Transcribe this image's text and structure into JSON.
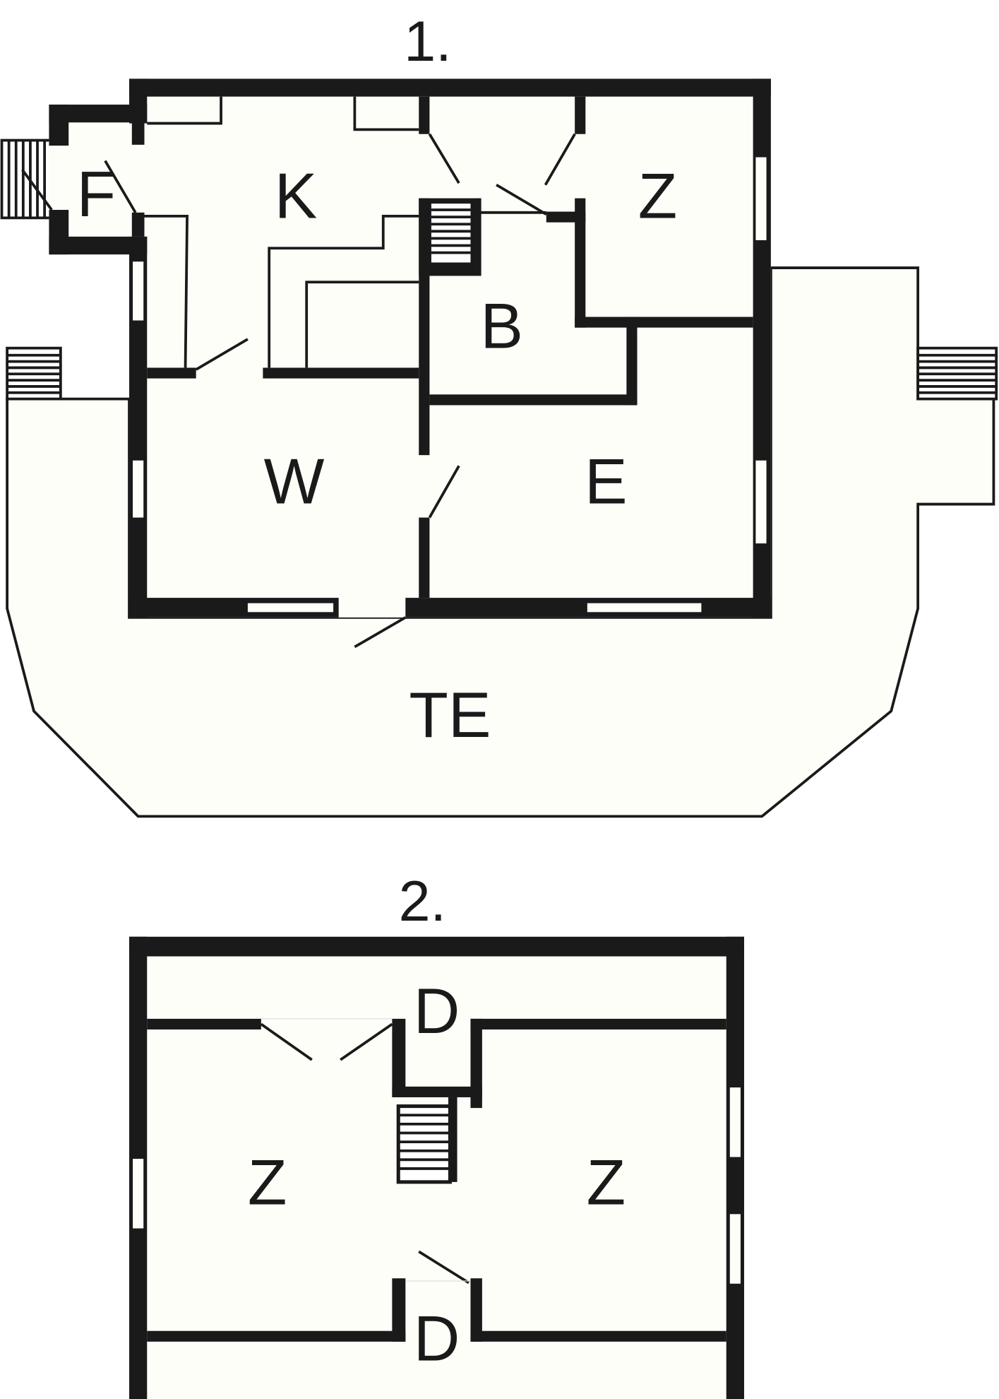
{
  "floors": [
    {
      "title": "1.",
      "rooms": {
        "f": "F",
        "k": "K",
        "z": "Z",
        "b": "B",
        "w": "W",
        "e": "E",
        "te": "TE"
      }
    },
    {
      "title": "2.",
      "rooms": {
        "d_top": "D",
        "z_left": "Z",
        "z_right": "Z",
        "d_bottom": "D"
      }
    }
  ],
  "colors": {
    "wall": "#1a1a1a",
    "floor": "#fefef9"
  }
}
